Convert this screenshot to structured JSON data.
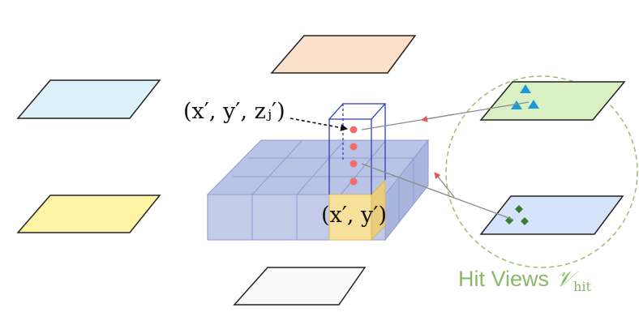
{
  "diagram": {
    "labels": {
      "point_3d": "(x′, y′, zⱼ′)",
      "point_2d": "(x′, y′)",
      "hit_views": "Hit Views",
      "hit_views_symbol": "𝒱",
      "hit_views_subscript": "hit"
    },
    "colors": {
      "view_top": "#fbe1c9",
      "view_left_top": "#ddf1fb",
      "view_left_bottom": "#fff4a6",
      "view_bottom": "#fafafa",
      "view_hit_top": "#d9f0c4",
      "view_hit_bottom": "#d6e4fb",
      "voxel_face": "#b9c3e6",
      "voxel_edge": "#8f9bd1",
      "highlight_cell": "#f7e19a",
      "column_outline": "#2f3fb5",
      "sample_point": "#f36c6c",
      "ray": "#8a8a8a",
      "arrow_head": "#e45454",
      "hit_circle": "#9bbd74",
      "hit_text": "#8ab86a",
      "triangle_marker": "#1c9ad6",
      "diamond_marker": "#3a7a36"
    }
  }
}
